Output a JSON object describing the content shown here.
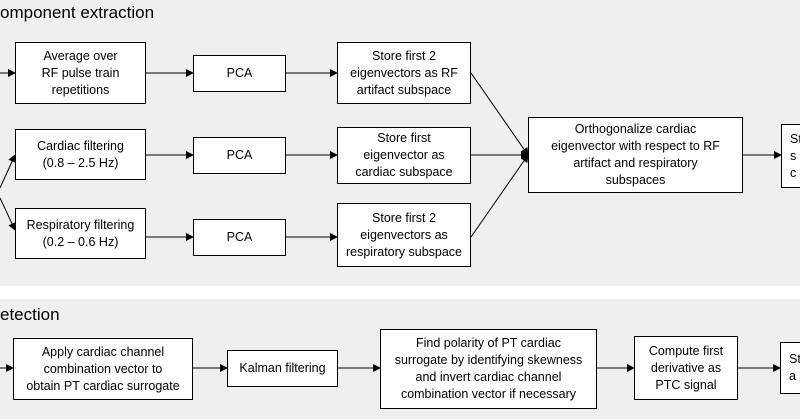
{
  "sections": {
    "extraction": {
      "title": "omponent extraction"
    },
    "detection": {
      "title": "etection"
    }
  },
  "boxes": {
    "average": "Average over\nRF pulse train\nrepetitions",
    "pca1": "PCA",
    "store_rf": "Store first 2\neigenvectors as RF\nartifact subspace",
    "cardiac_filter": "Cardiac filtering\n(0.8 – 2.5 Hz)",
    "pca2": "PCA",
    "store_cardiac": "Store first\neigenvector as\ncardiac subspace",
    "resp_filter": "Respiratory filtering\n(0.2 – 0.6 Hz)",
    "pca3": "PCA",
    "store_resp": "Store first 2\neigenvectors as\nrespiratory subspace",
    "orthogonalize": "Orthogonalize cardiac\neigenvector with respect to RF\nartifact and respiratory\nsubspaces",
    "store_right_top": "St\ns\nc",
    "apply_vector": "Apply cardiac channel\ncombination vector to\nobtain PT cardiac surrogate",
    "kalman": "Kalman filtering",
    "find_polarity": "Find polarity of PT cardiac\nsurrogate by identifying skewness\nand invert cardiac channel\ncombination vector if necessary",
    "derivative": "Compute first\nderivative as\nPTC signal",
    "store_right_bottom": "St\na"
  }
}
